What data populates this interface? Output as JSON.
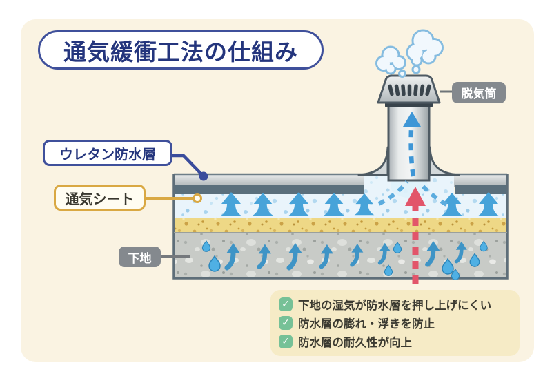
{
  "title": "通気緩衝工法の仕組み",
  "labels": {
    "vent_cap": "脱気筒",
    "urethane_layer": "ウレタン防水層",
    "vent_sheet": "通気シート",
    "substrate": "下地"
  },
  "checklist": {
    "icon": "✓",
    "items": [
      "下地の湿気が防水層を押し上げにくい",
      "防水層の膨れ・浮きを防止",
      "防水層の耐久性が向上"
    ]
  },
  "colors": {
    "panel_background": "#faf3e2",
    "title_navy": "#24357d",
    "title_border_blue": "#3f509b",
    "label_gold": "#d9a843",
    "label_gray": "#84898e",
    "check_green": "#76c197",
    "benefits_box": "#f6ebc6",
    "airflow_blue": "#47a3d9",
    "moisture_red": "#e2556a",
    "sheet_layer_blue": "#e9f4fb",
    "adhesive_yellow": "#eed886",
    "substrate_gray": "#c8cbc7",
    "roof_slate": "#5a6f7c"
  }
}
